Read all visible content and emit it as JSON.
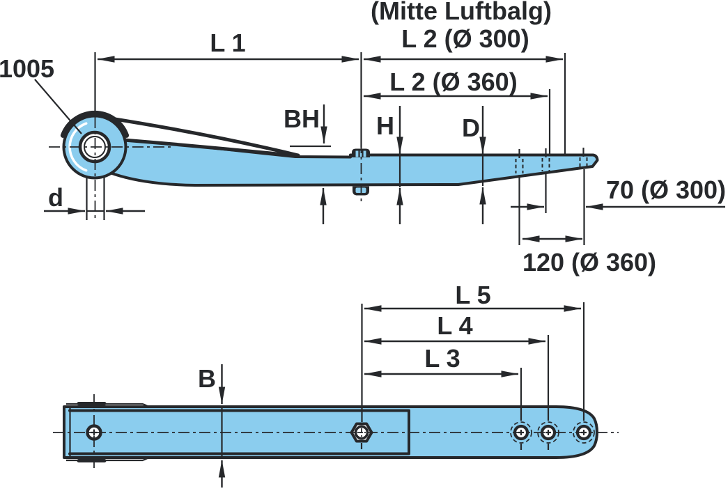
{
  "drawing": {
    "annotation_top": "(Mitte Luftbalg)",
    "part_label": "1005",
    "labels": {
      "l1": "L 1",
      "l2_d300": "L 2 (Ø 300)",
      "l2_d360": "L 2 (Ø 360)",
      "bh": "BH",
      "h": "H",
      "d_end": "D",
      "d_eye": "d",
      "offset_d300": "70 (Ø 300)",
      "offset_d360": "120 (Ø 360)",
      "l5": "L 5",
      "l4": "L 4",
      "l3": "L 3",
      "b": "B"
    },
    "colors": {
      "spring_fill": "#8BCDEE",
      "line": "#26282B",
      "background": "#FFFFFF"
    }
  }
}
